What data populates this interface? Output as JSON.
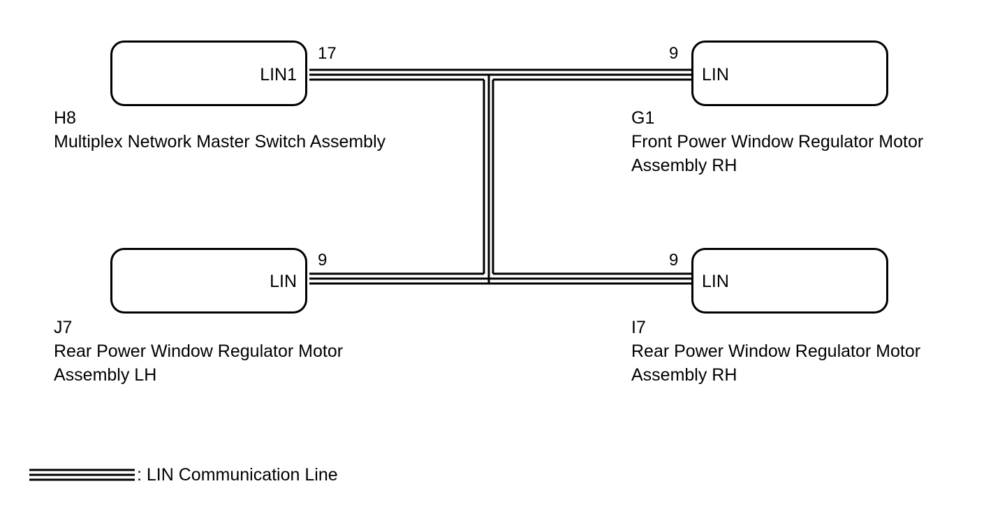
{
  "components": {
    "h8": {
      "code": "H8",
      "name_lines": [
        "Multiplex Network Master Switch Assembly"
      ],
      "pin_label": "LIN1",
      "pin_number": "17"
    },
    "g1": {
      "code": "G1",
      "name_lines": [
        "Front Power Window Regulator Motor",
        "Assembly RH"
      ],
      "pin_label": "LIN",
      "pin_number": "9"
    },
    "j7": {
      "code": "J7",
      "name_lines": [
        "Rear Power Window Regulator Motor",
        "Assembly LH"
      ],
      "pin_label": "LIN",
      "pin_number": "9"
    },
    "i7": {
      "code": "I7",
      "name_lines": [
        "Rear Power Window Regulator Motor",
        "Assembly RH"
      ],
      "pin_label": "LIN",
      "pin_number": "9"
    }
  },
  "legend": {
    "text": ": LIN Communication Line"
  },
  "colors": {
    "line": "#000000",
    "background": "#ffffff"
  }
}
